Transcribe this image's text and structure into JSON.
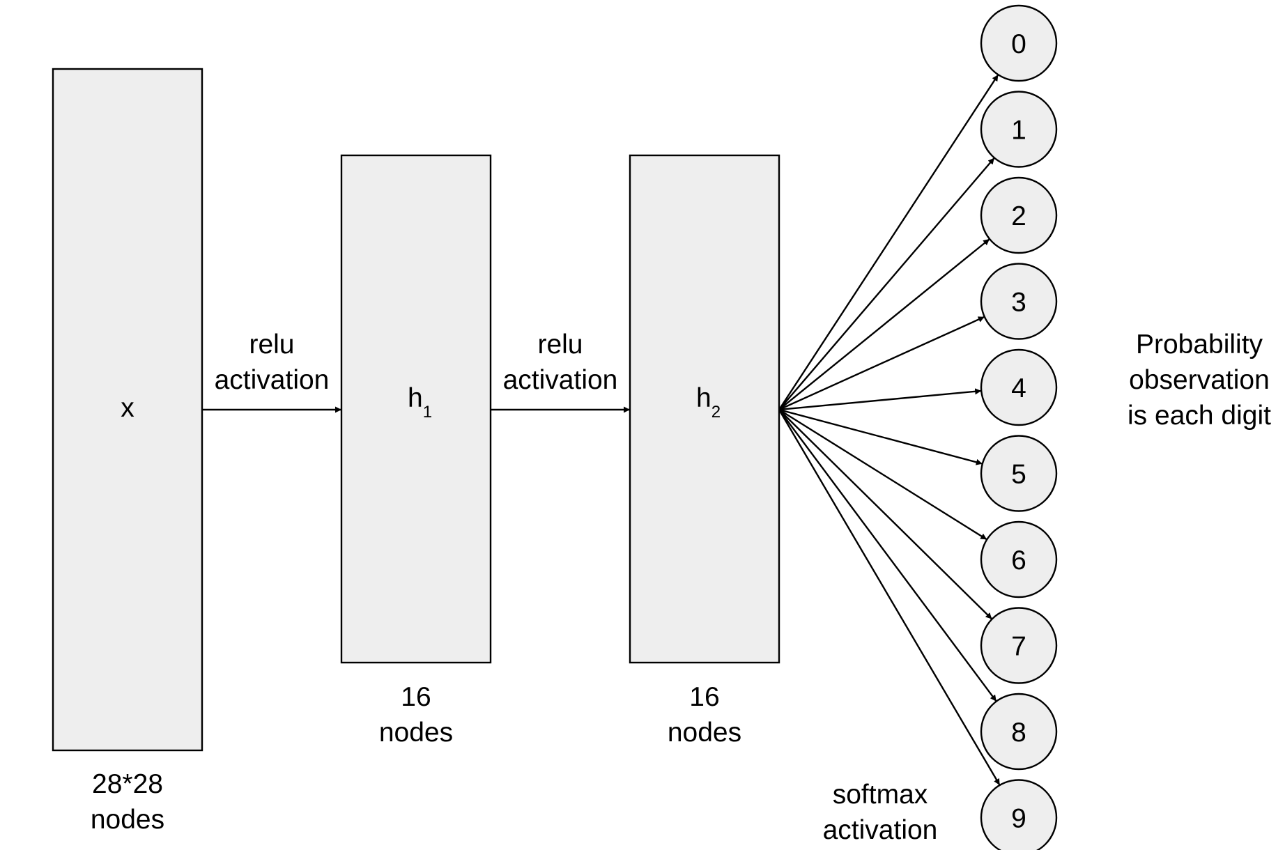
{
  "colors": {
    "fill": "#eeeeee",
    "stroke": "#000000",
    "background": "#ffffff"
  },
  "input_layer": {
    "symbol": "x",
    "size_lines": [
      "28*28",
      "nodes"
    ]
  },
  "hidden_layer_1": {
    "symbol": "h",
    "subscript": "1",
    "size_lines": [
      "16",
      "nodes"
    ]
  },
  "hidden_layer_2": {
    "symbol": "h",
    "subscript": "2",
    "size_lines": [
      "16",
      "nodes"
    ]
  },
  "activation_1": [
    "relu",
    "activation"
  ],
  "activation_2": [
    "relu",
    "activation"
  ],
  "output_activation": [
    "softmax",
    "activation"
  ],
  "output_nodes": [
    "0",
    "1",
    "2",
    "3",
    "4",
    "5",
    "6",
    "7",
    "8",
    "9"
  ],
  "output_caption": [
    "Probability",
    "observation",
    "is each digit"
  ]
}
